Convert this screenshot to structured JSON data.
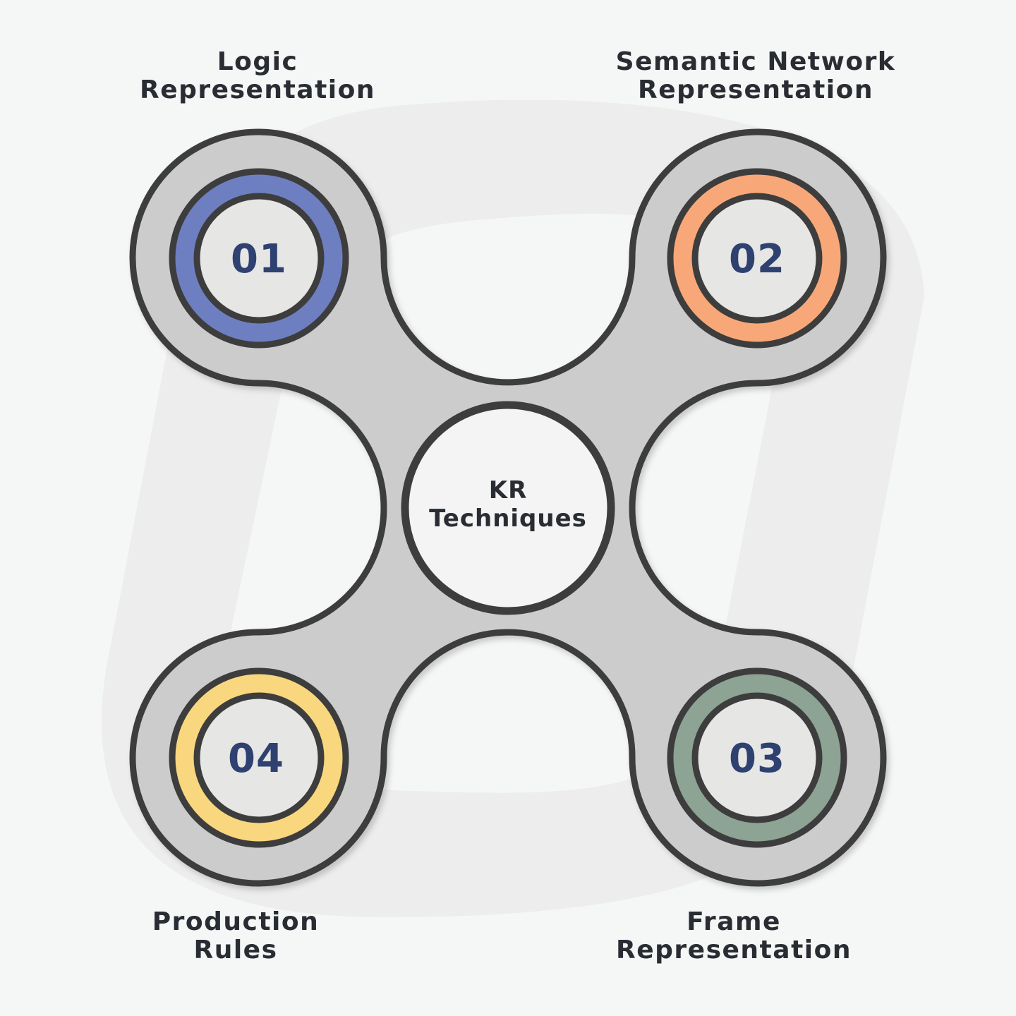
{
  "center": {
    "line1": "KR",
    "line2": "Techniques"
  },
  "nodes": [
    {
      "number": "01",
      "label_line1": "Logic",
      "label_line2": "Representation",
      "ring_color": "#6e7fc1"
    },
    {
      "number": "02",
      "label_line1": "Semantic Network",
      "label_line2": "Representation",
      "ring_color": "#f8a878"
    },
    {
      "number": "03",
      "label_line1": "Frame",
      "label_line2": "Representation",
      "ring_color": "#8da394"
    },
    {
      "number": "04",
      "label_line1": "Production",
      "label_line2": "Rules",
      "ring_color": "#f9d77e"
    }
  ],
  "colors": {
    "background": "#f5f7f6",
    "body_fill": "#cccccc",
    "outline": "#3d3d3d",
    "number_text": "#2f4170",
    "label_text": "#2a2c33",
    "hub_fill": "#f3f4f3",
    "inner_fill": "#e6e6e5",
    "watermark": "#ecedec"
  }
}
